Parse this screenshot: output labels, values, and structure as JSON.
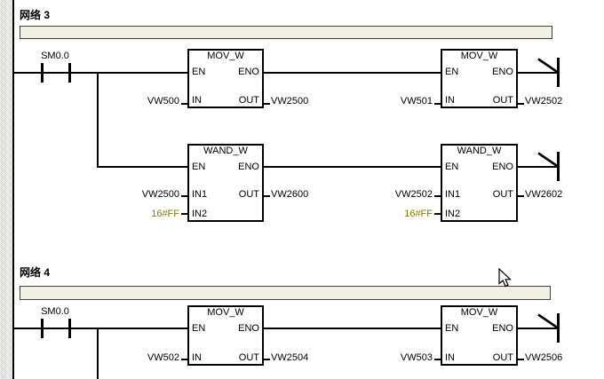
{
  "networks": {
    "net3": {
      "title": "网络 3",
      "comment": "",
      "contact_label": "SM0.0",
      "blocks": {
        "mov1": {
          "title": "MOV_W",
          "pin_en": "EN",
          "pin_eno": "ENO",
          "pin_in": "IN",
          "pin_out": "OUT",
          "in_operand": "VW500",
          "out_operand": "VW2500"
        },
        "mov2": {
          "title": "MOV_W",
          "pin_en": "EN",
          "pin_eno": "ENO",
          "pin_in": "IN",
          "pin_out": "OUT",
          "in_operand": "VW501",
          "out_operand": "VW2502"
        },
        "wand1": {
          "title": "WAND_W",
          "pin_en": "EN",
          "pin_eno": "ENO",
          "pin_in1": "IN1",
          "pin_in2": "IN2",
          "pin_out": "OUT",
          "in1_operand": "VW2500",
          "in2_operand": "16#FF",
          "out_operand": "VW2600"
        },
        "wand2": {
          "title": "WAND_W",
          "pin_en": "EN",
          "pin_eno": "ENO",
          "pin_in1": "IN1",
          "pin_in2": "IN2",
          "pin_out": "OUT",
          "in1_operand": "VW2502",
          "in2_operand": "16#FF",
          "out_operand": "VW2602"
        }
      }
    },
    "net4": {
      "title": "网络 4",
      "comment": "",
      "contact_label": "SM0.0",
      "blocks": {
        "mov1": {
          "title": "MOV_W",
          "pin_en": "EN",
          "pin_eno": "ENO",
          "pin_in": "IN",
          "pin_out": "OUT",
          "in_operand": "VW502",
          "out_operand": "VW2504"
        },
        "mov2": {
          "title": "MOV_W",
          "pin_en": "EN",
          "pin_eno": "ENO",
          "pin_in": "IN",
          "pin_out": "OUT",
          "in_operand": "VW503",
          "out_operand": "VW2506"
        }
      }
    }
  },
  "colors": {
    "constant_operand": "#808000",
    "comment_fill": "#f1f0e2",
    "comment_border": "#404040",
    "wire": "#000000"
  }
}
